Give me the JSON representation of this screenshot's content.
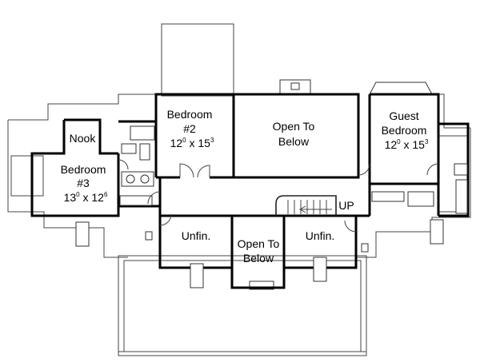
{
  "rooms": {
    "bedroom2": {
      "name": "Bedroom",
      "number": "#2",
      "dim_a": "12",
      "dim_a_sup": "0",
      "dim_sep": "x",
      "dim_b": "15",
      "dim_b_sup": "3"
    },
    "open_to_below_top": {
      "line1": "Open To",
      "line2": "Below"
    },
    "guest_bedroom": {
      "line1": "Guest",
      "line2": "Bedroom",
      "dim_a": "12",
      "dim_a_sup": "0",
      "dim_sep": "x",
      "dim_b": "15",
      "dim_b_sup": "3"
    },
    "nook": {
      "name": "Nook"
    },
    "bedroom3": {
      "name": "Bedroom",
      "number": "#3",
      "dim_a": "13",
      "dim_a_sup": "0",
      "dim_sep": "x",
      "dim_b": "12",
      "dim_b_sup": "6"
    },
    "unfin_left": {
      "name": "Unfin."
    },
    "open_to_below_bottom": {
      "line1": "Open To",
      "line2": "Below"
    },
    "unfin_right": {
      "name": "Unfin."
    },
    "stair": {
      "label": "UP"
    }
  }
}
